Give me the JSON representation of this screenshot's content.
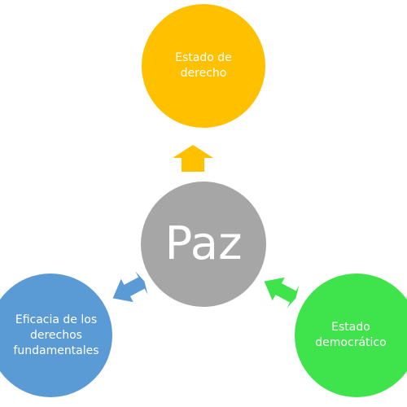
{
  "diagram": {
    "center": {
      "label": "Paz",
      "color": "#a6a6a6"
    },
    "nodes": [
      {
        "id": "top",
        "label": "Estado de\nderecho",
        "color": "#ffc000"
      },
      {
        "id": "left",
        "label": "Eficacia de los\nderechos\nfundamentales",
        "color": "#5b9bd5"
      },
      {
        "id": "right",
        "label": "Estado\ndemocrático",
        "color": "#3fe34b"
      }
    ]
  }
}
